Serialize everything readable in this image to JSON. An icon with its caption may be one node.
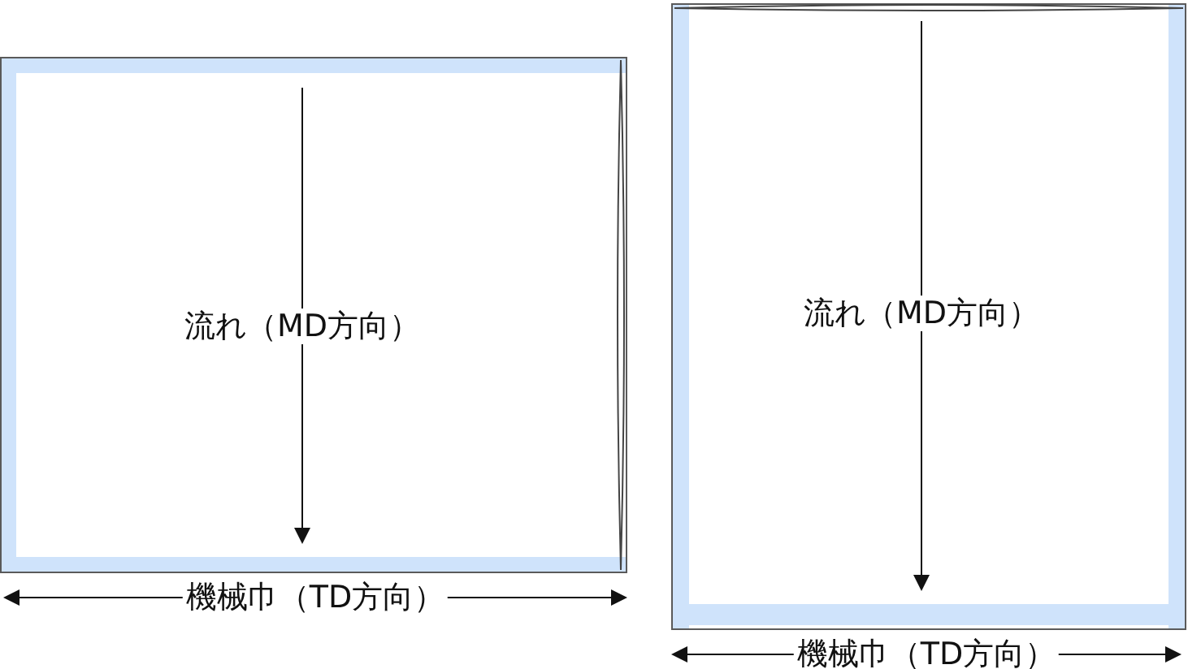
{
  "diagram": {
    "nodes": [
      {
        "text": [
          "流れ（MD方向）"
        ],
        "beside": [
          "機械巾（TD方向）"
        ]
      },
      {
        "text": [
          "流れ（MD方向）"
        ],
        "beside": [
          "機械巾（TD方向）"
        ]
      }
    ]
  }
}
